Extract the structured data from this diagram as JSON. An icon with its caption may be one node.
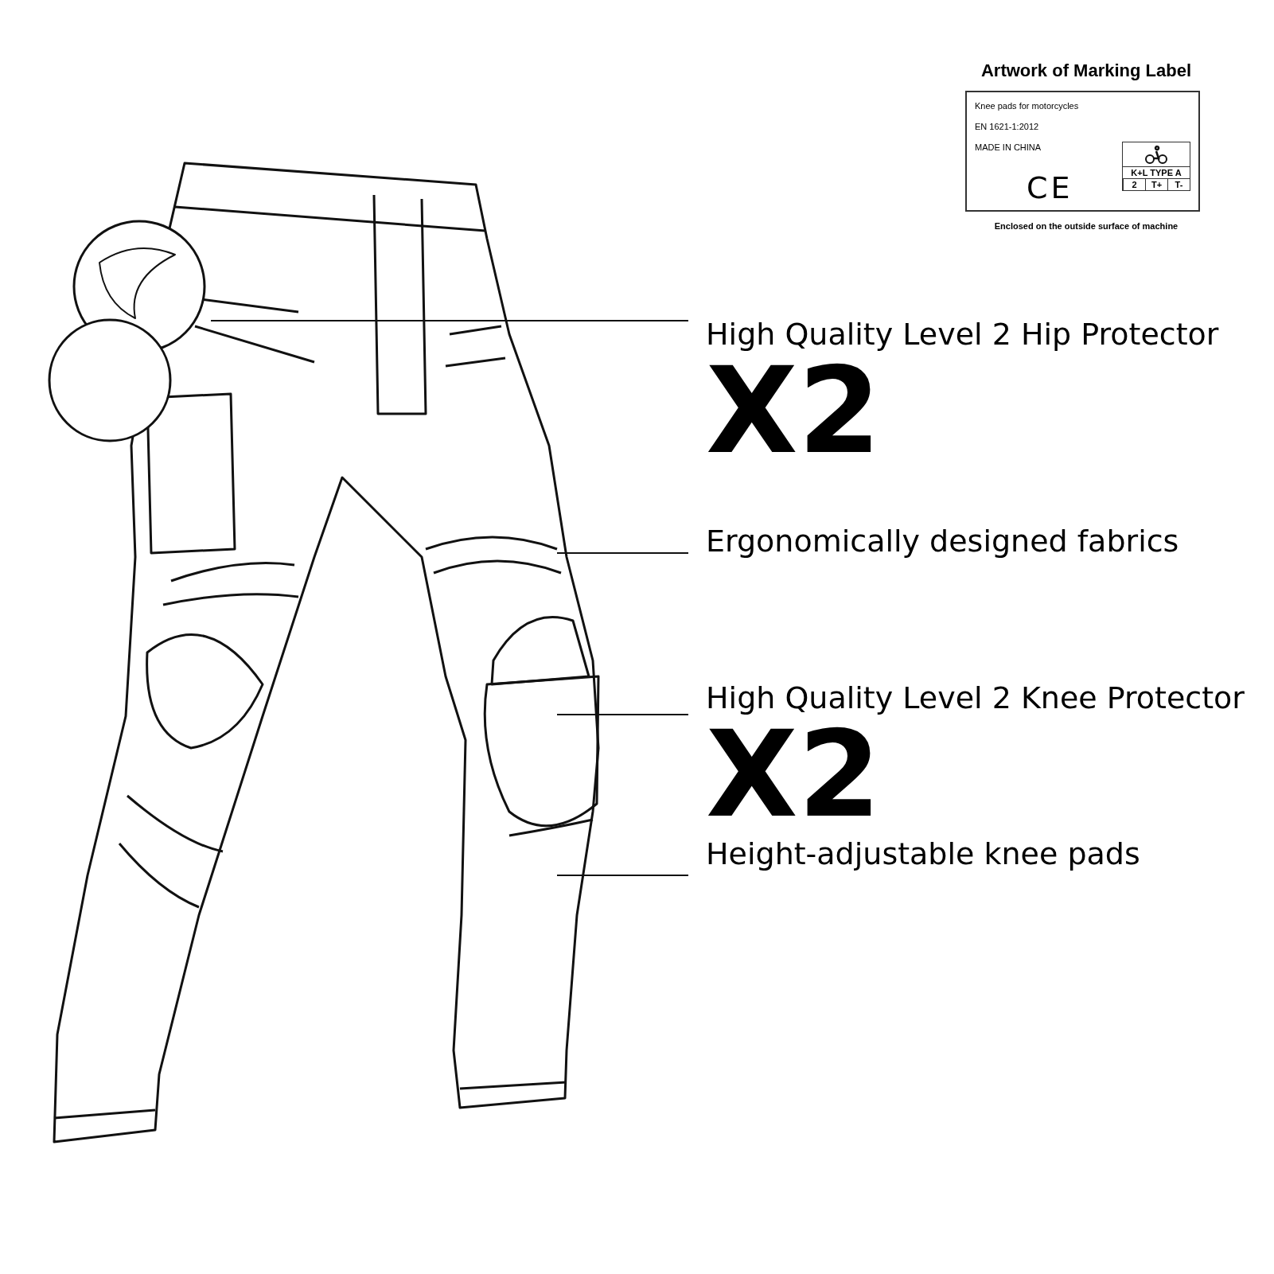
{
  "diagram": {
    "nodes": [
      {
        "text": [
          "Artwork of Marking Label",
          "Knee pads for motorcycles",
          "EN 1621-1:2012",
          "MADE IN CHINA",
          "CE"
        ],
        "beside": [
          "Enclosed on the outside surface of machine"
        ]
      },
      {
        "text": [
          "K+L TYPE A",
          "2",
          "T+",
          "T-"
        ],
        "in": 0
      },
      {
        "text": [
          "High Quality Level 2 Hip Protector",
          "X2"
        ]
      },
      {
        "text": [
          "Ergonomically designed fabrics"
        ]
      },
      {
        "text": [
          "High Quality Level 2 Knee Protector",
          "X2"
        ]
      },
      {
        "text": [
          "Height-adjustable knee pads"
        ]
      }
    ],
    "edges": [
      {
        "from": 2,
        "to": null,
        "arrow": "none"
      },
      {
        "from": 3,
        "to": null,
        "arrow": "none"
      },
      {
        "from": 4,
        "to": null,
        "arrow": "none"
      },
      {
        "from": 5,
        "to": null,
        "arrow": "none"
      }
    ]
  }
}
